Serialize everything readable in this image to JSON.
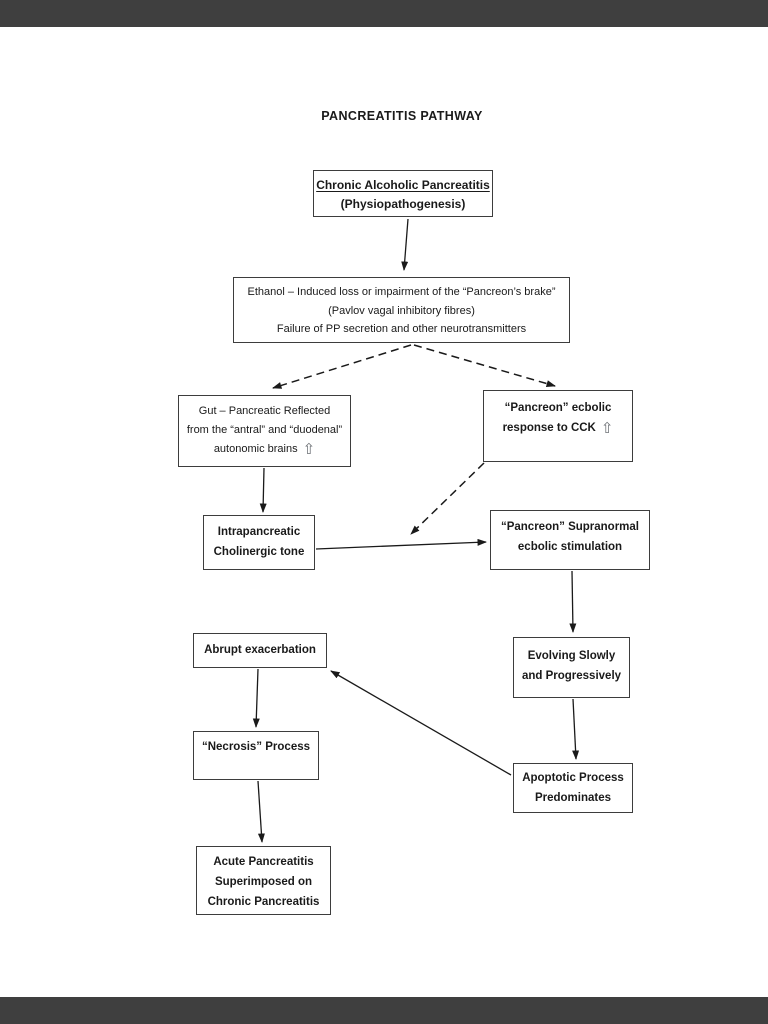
{
  "page": {
    "title": "PANCREATITIS PATHWAY"
  },
  "colors": {
    "viewer_bar": "#3f3f3f",
    "page_background": "#ffffff",
    "text": "#1a1a1a",
    "box_border": "#3d3d3d",
    "up_arrow_icon": "#6b6f74"
  },
  "icons": {
    "up_arrow": "⇧"
  },
  "nodes": {
    "root": {
      "lines": [
        "Chronic Alcoholic Pancreatitis",
        "(Physiopathogenesis)"
      ]
    },
    "ethanol": {
      "lines": [
        "Ethanol – Induced loss or impairment of the “Pancreon’s brake”",
        "(Pavlov vagal inhibitory fibres)",
        "Failure of PP secretion and other neurotransmitters"
      ]
    },
    "gut": {
      "lines": [
        "Gut – Pancreatic Reflected",
        "from the “antral” and “duodenal”",
        "autonomic brains"
      ]
    },
    "pancreon_ecbolic": {
      "lines": [
        "“Pancreon” ecbolic",
        "response to CCK"
      ]
    },
    "intrapancreatic": {
      "lines": [
        "Intrapancreatic",
        "Cholinergic tone"
      ]
    },
    "supranormal": {
      "lines": [
        "“Pancreon” Supranormal",
        "ecbolic stimulation"
      ]
    },
    "abrupt": {
      "lines": [
        "Abrupt exacerbation"
      ]
    },
    "evolving": {
      "lines": [
        "Evolving Slowly",
        "and Progressively"
      ]
    },
    "necrosis": {
      "lines": [
        "“Necrosis” Process"
      ]
    },
    "apoptotic": {
      "lines": [
        "Apoptotic Process",
        "Predominates"
      ]
    },
    "acute": {
      "lines": [
        "Acute Pancreatitis",
        "Superimposed on",
        "Chronic Pancreatitis"
      ]
    }
  },
  "edges": [
    {
      "from": "root",
      "to": "ethanol",
      "style": "solid"
    },
    {
      "from": "ethanol",
      "to": "gut",
      "style": "dashed"
    },
    {
      "from": "ethanol",
      "to": "pancreon_ecbolic",
      "style": "dashed"
    },
    {
      "from": "gut",
      "to": "intrapancreatic",
      "style": "solid"
    },
    {
      "from": "pancreon_ecbolic",
      "to": "supranormal-junction",
      "style": "dashed"
    },
    {
      "from": "intrapancreatic",
      "to": "supranormal",
      "style": "solid"
    },
    {
      "from": "supranormal",
      "to": "evolving",
      "style": "solid"
    },
    {
      "from": "evolving",
      "to": "apoptotic",
      "style": "solid"
    },
    {
      "from": "apoptotic",
      "to": "abrupt",
      "style": "solid"
    },
    {
      "from": "abrupt",
      "to": "necrosis",
      "style": "solid"
    },
    {
      "from": "necrosis",
      "to": "acute",
      "style": "solid"
    }
  ]
}
